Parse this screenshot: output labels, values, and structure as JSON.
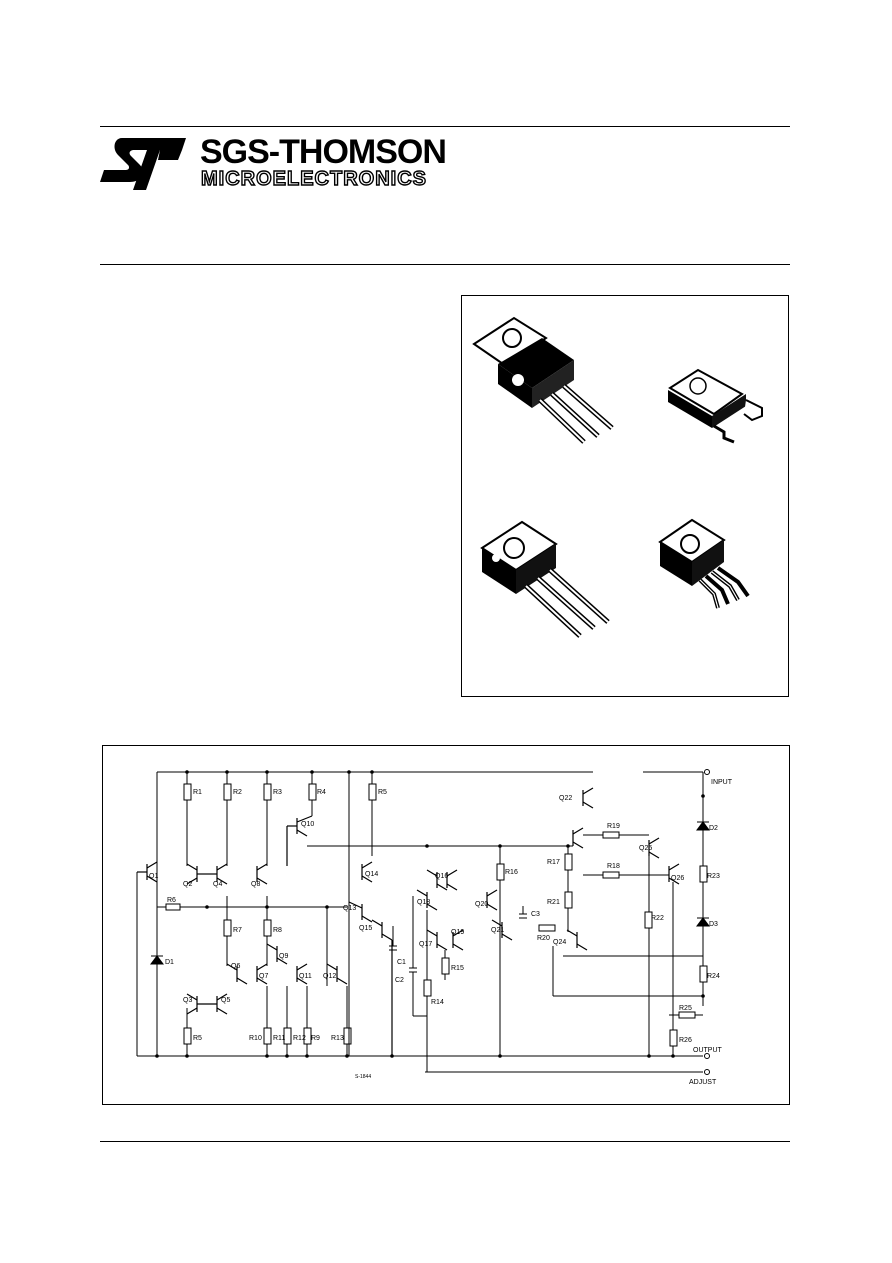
{
  "header": {
    "brand_name": "SGS-THOMSON",
    "brand_sub": "MICROELECTRONICS"
  },
  "schematic": {
    "labels": {
      "q1": "Q1",
      "q2": "Q2",
      "q3": "Q3",
      "q4": "Q4",
      "q5": "Q5",
      "q6": "Q6",
      "q7": "Q7",
      "q8": "Q8",
      "q9": "Q9",
      "q10": "Q10",
      "q11": "Q11",
      "q12": "Q12",
      "q13": "Q13",
      "q14": "Q14",
      "q15": "Q15",
      "q16": "Q16",
      "q17": "Q17",
      "q18": "Q18",
      "q19": "Q19",
      "q20": "Q20",
      "q21": "Q21",
      "q22": "Q22",
      "q24": "Q24",
      "q25": "Q25",
      "q26": "Q26",
      "r1": "R1",
      "r2": "R2",
      "r3": "R3",
      "r4": "R4",
      "r5": "R5",
      "r6": "R6",
      "r7": "R7",
      "r8": "R8",
      "r9": "R9",
      "r10": "R10",
      "r11": "R11",
      "r12": "R12",
      "r13": "R13",
      "r14": "R14",
      "r15": "R15",
      "r16": "R16",
      "r17": "R17",
      "r18": "R18",
      "r19": "R19",
      "r20": "R20",
      "r21": "R21",
      "r22": "R22",
      "r23": "R23",
      "r24": "R24",
      "r25": "R25",
      "r26": "R26",
      "c1": "C1",
      "c2": "C2",
      "c3": "C3",
      "d1": "D1",
      "d2": "D2",
      "d3": "D3",
      "input": "INPUT",
      "output": "OUTPUT",
      "adjust": "ADJUST",
      "figure_code": "S-1844"
    }
  }
}
